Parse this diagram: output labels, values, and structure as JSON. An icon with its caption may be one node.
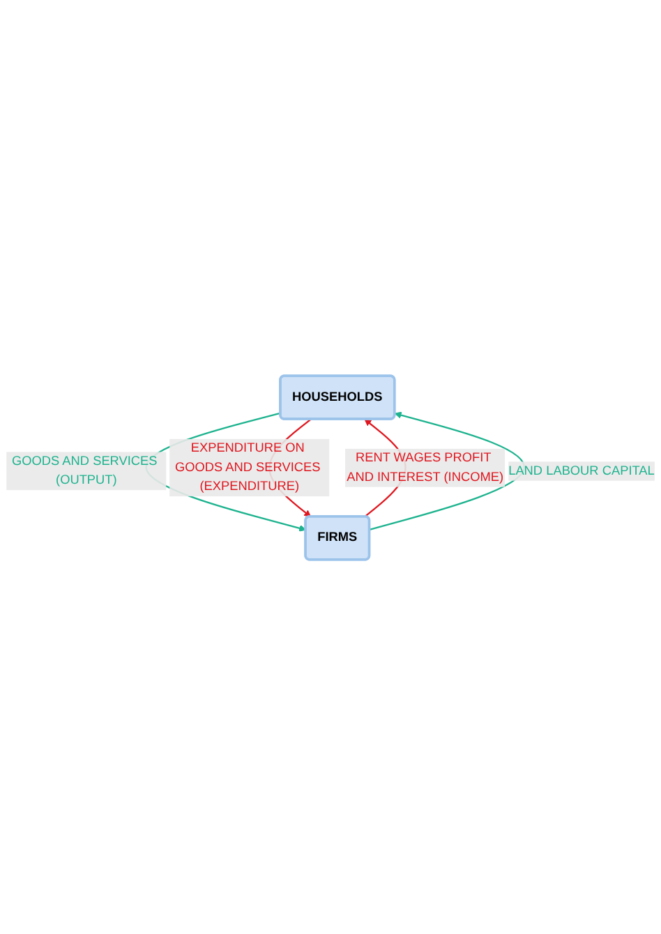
{
  "diagram": {
    "nodes": [
      {
        "text": [
          "HOUSEHOLDS"
        ]
      },
      {
        "text": [
          "FIRMS"
        ]
      }
    ],
    "edges": [
      {
        "from": 1,
        "to": 0,
        "arrow": "to",
        "label": "RENT WAGES PROFIT AND INTEREST (INCOME)",
        "color": "#e0161e"
      },
      {
        "from": 1,
        "to": 0,
        "arrow": "to",
        "label": "LAND LABOUR CAPITAL",
        "color": "#1db38e"
      },
      {
        "from": 0,
        "to": 1,
        "arrow": "to",
        "label": "GOODS AND SERVICES (OUTPUT)",
        "color": "#1db38e"
      },
      {
        "from": 0,
        "to": 1,
        "arrow": "to",
        "label": "EXPENDITURE ON GOODS AND SERVICES (EXPENDITURE)",
        "color": "#e0161e"
      }
    ]
  }
}
